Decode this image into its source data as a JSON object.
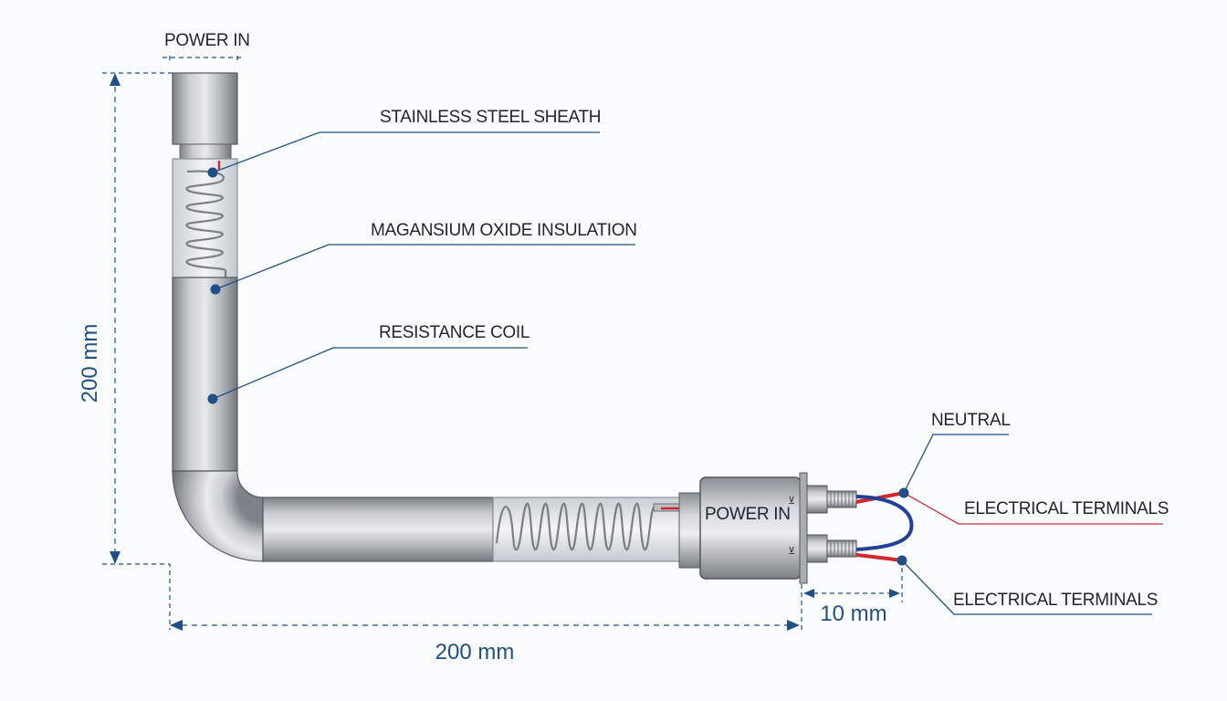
{
  "labels": {
    "power_in_top": "POWER IN",
    "stainless_steel_sheath": "STAINLESS STEEL SHEATH",
    "magnesium_oxide_insulation": "MAGANSIUM OXIDE INSULATION",
    "resistance_coil": "RESISTANCE COIL",
    "neutral": "NEUTRAL",
    "electrical_terminals_upper": "ELECTRICAL TERMINALS",
    "electrical_terminals_lower": "ELECTRICAL TERMINALS",
    "power_in_terminal_box": "POWER IN"
  },
  "dimensions": {
    "vertical_length": "200 mm",
    "horizontal_length": "200 mm",
    "terminal_length": "10 mm"
  },
  "colors": {
    "leader_blue": "#1f4f86",
    "leader_red": "#c8323c",
    "dimension_blue": "#1f4f86",
    "wire_red": "#d0282e",
    "wire_blue": "#1f3f9a"
  }
}
